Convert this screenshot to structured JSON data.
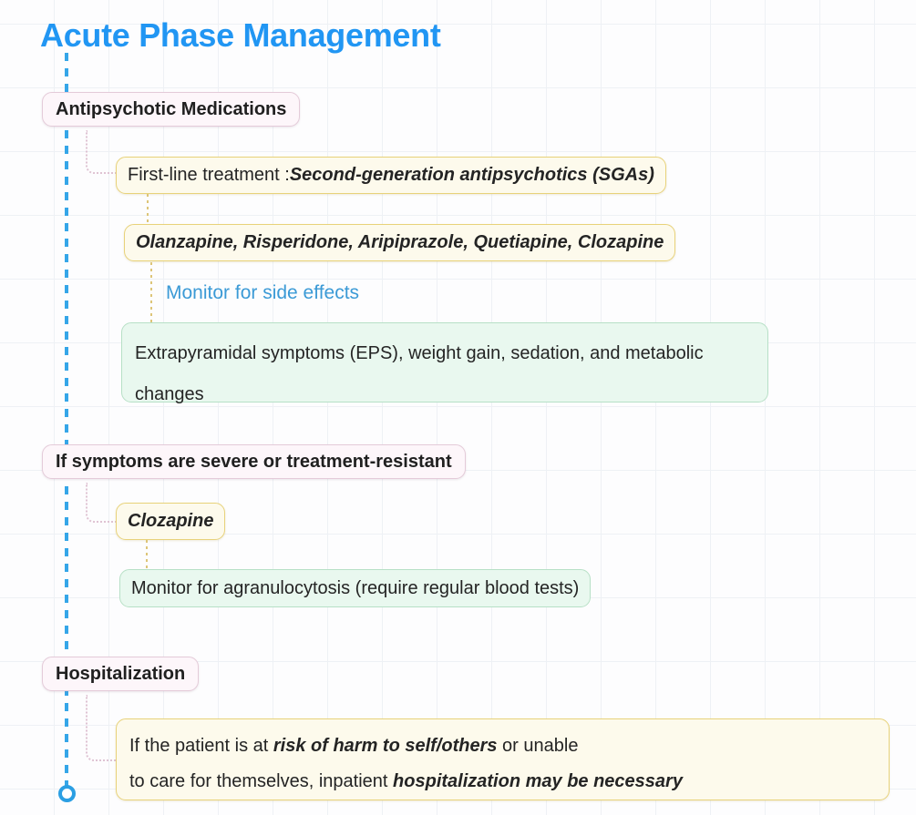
{
  "page": {
    "title": "Acute Phase Management",
    "accent_blue": "#2196f3",
    "spine_blue": "#35a6e8",
    "chip_border": "#e4cbd9",
    "yellow_border": "#e8d27a",
    "green_border": "#b7e0c6"
  },
  "nodes": {
    "antipsychotic_medications": "Antipsychotic Medications",
    "first_line_prefix": "First-line treatment : ",
    "first_line_emphasis": "Second-generation antipsychotics (SGAs)",
    "drug_list": "Olanzapine, Risperidone, Aripiprazole, Quetiapine, Clozapine",
    "monitor_side_effects": "Monitor for side effects",
    "side_effects_detail": "Extrapyramidal symptoms (EPS), weight gain, sedation, and metabolic changes",
    "severe_branch": "If symptoms are severe or treatment-resistant",
    "clozapine": "Clozapine",
    "clozapine_monitor": "Monitor for agranulocytosis (require regular blood tests)",
    "hospitalization": "Hospitalization",
    "hospitalization_text_1": "If the patient is at ",
    "hospitalization_em_1": "risk of harm to self/others",
    "hospitalization_text_2": " or unable",
    "hospitalization_text_3": "to care for themselves, inpatient ",
    "hospitalization_em_2": "hospitalization may be necessary"
  }
}
